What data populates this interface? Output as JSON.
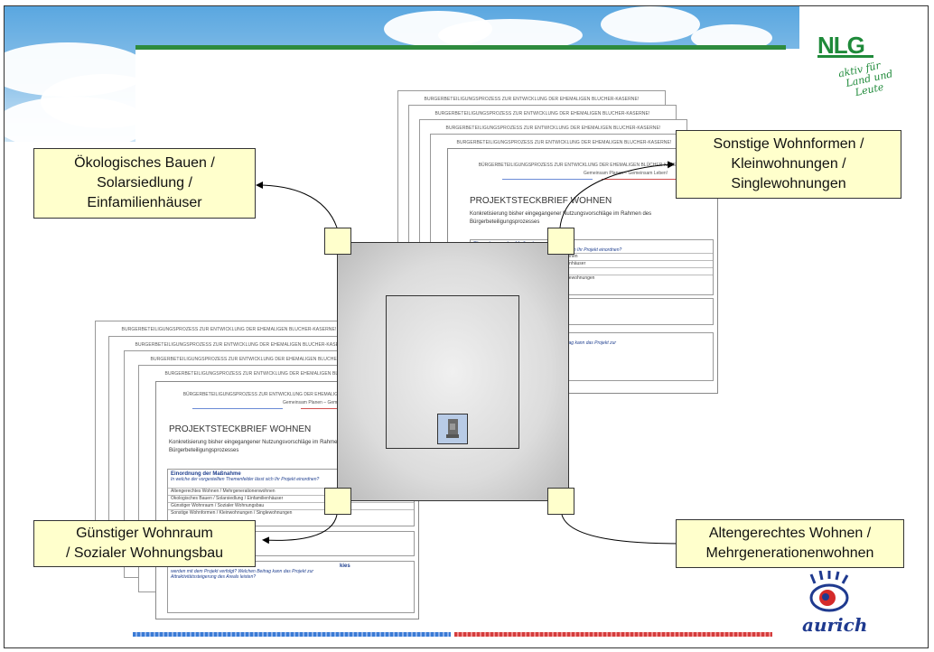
{
  "labels": {
    "top_left": [
      "Ökologisches Bauen /",
      "Solarsiedlung /",
      "Einfamilienhäuser"
    ],
    "top_right": [
      "Sonstige Wohnformen /",
      "Kleinwohnungen /",
      "Singlewohnungen"
    ],
    "bottom_left": [
      "Günstiger Wohnraum",
      "/ Sozialer Wohnungsbau"
    ],
    "bottom_right": [
      "Altengerechtes Wohnen /",
      "Mehrgenerationenwohnen"
    ]
  },
  "doc": {
    "header": "BÜRGERBETEILIGUNGSPROZESS ZUR ENTWICKLUNG DER EHEMALIGEN BLÜCHER-KASERNE!",
    "subheader": "Gemeinsam Planen – Gemeinsam Leben!",
    "title": "PROJEKTSTECKBRIEF WOHNEN",
    "subtitle_1": "Konkretisierung bisher eingegangener Nutzungsvorschläge im Rahmen des",
    "subtitle_2": "Bürgerbeteiligungsprozesses",
    "box1_head": "Einordnung der Maßnahme",
    "box1_italic": "In welche der vorgestellten Themenfelder lässt sich Ihr Projekt einordnen?",
    "rows": [
      "Altengerechtes Wohnen / Mehrgenerationenwohnen",
      "Ökologisches Bauen / Solarsiedlung / Einfamilienhäuser",
      "Günstiger Wohnraum / Sozialer Wohnungsbau",
      "Sonstige Wohnformen / Kleinwohnungen / Singlewohnungen"
    ],
    "box2_head": "kies",
    "box2_italic": "werden mit dem Projekt verfolgt? Welchen Beitrag kann das Projekt zur",
    "box2_italic_2": "Attraktivitätssteigerung des Areals leisten?"
  },
  "logos": {
    "nlg": "NLG",
    "nlg_slogan": [
      "aktiv für",
      "Land und",
      "Leute"
    ],
    "aurich": "aurich"
  },
  "colors": {
    "label_fill": "#ffffcc",
    "nlg_green": "#1f8a3a",
    "aurich_blue": "#1f3a8f",
    "footer_blue": "#3a7bd5",
    "footer_red": "#d43c3c"
  }
}
